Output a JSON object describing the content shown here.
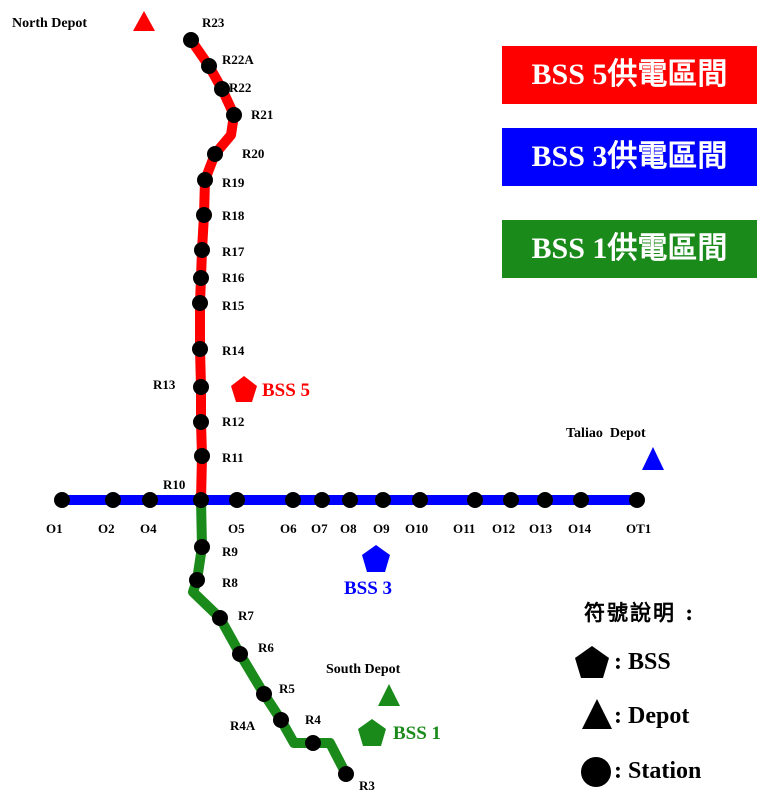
{
  "legend_banners": [
    {
      "text": "BSS 5供電區間",
      "color": "#ff0000"
    },
    {
      "text": "BSS 3供電區間",
      "color": "#0000ff"
    },
    {
      "text": "BSS 1供電區間",
      "color": "#1a8a1a"
    }
  ],
  "symbol_legend": {
    "title": "符號說明 :",
    "items": [
      {
        "icon": "pentagon",
        "text": ": BSS"
      },
      {
        "icon": "triangle",
        "text": ": Depot"
      },
      {
        "icon": "circle",
        "text": ": Station"
      }
    ]
  },
  "colors": {
    "bss5": "#ff0000",
    "bss3": "#0000ff",
    "bss1": "#1a8a1a",
    "station": "#000000"
  },
  "red_line": {
    "stations": [
      "R23",
      "R22A",
      "R22",
      "R21",
      "R20",
      "R19",
      "R18",
      "R17",
      "R16",
      "R15",
      "R14",
      "R13",
      "R12",
      "R11",
      "R10"
    ],
    "supplied_by": "BSS 5"
  },
  "red_line_south": {
    "stations": [
      "R9",
      "R8",
      "R7",
      "R6",
      "R5",
      "R4A",
      "R4",
      "R3"
    ],
    "supplied_by": "BSS 1"
  },
  "orange_line": {
    "stations": [
      "O1",
      "O2",
      "O4",
      "O5",
      "O6",
      "O7",
      "O8",
      "O9",
      "O10",
      "O11",
      "O12",
      "O13",
      "O14",
      "OT1"
    ],
    "supplied_by": "BSS 3"
  },
  "depots": [
    {
      "name": "North Depot",
      "color": "#ff0000"
    },
    {
      "name": "Taliao  Depot",
      "color": "#0000ff"
    },
    {
      "name": "South Depot",
      "color": "#1a8a1a"
    }
  ],
  "substations": [
    {
      "name": "BSS 5",
      "color": "#ff0000"
    },
    {
      "name": "BSS 3",
      "color": "#0000ff"
    },
    {
      "name": "BSS 1",
      "color": "#1a8a1a"
    }
  ]
}
